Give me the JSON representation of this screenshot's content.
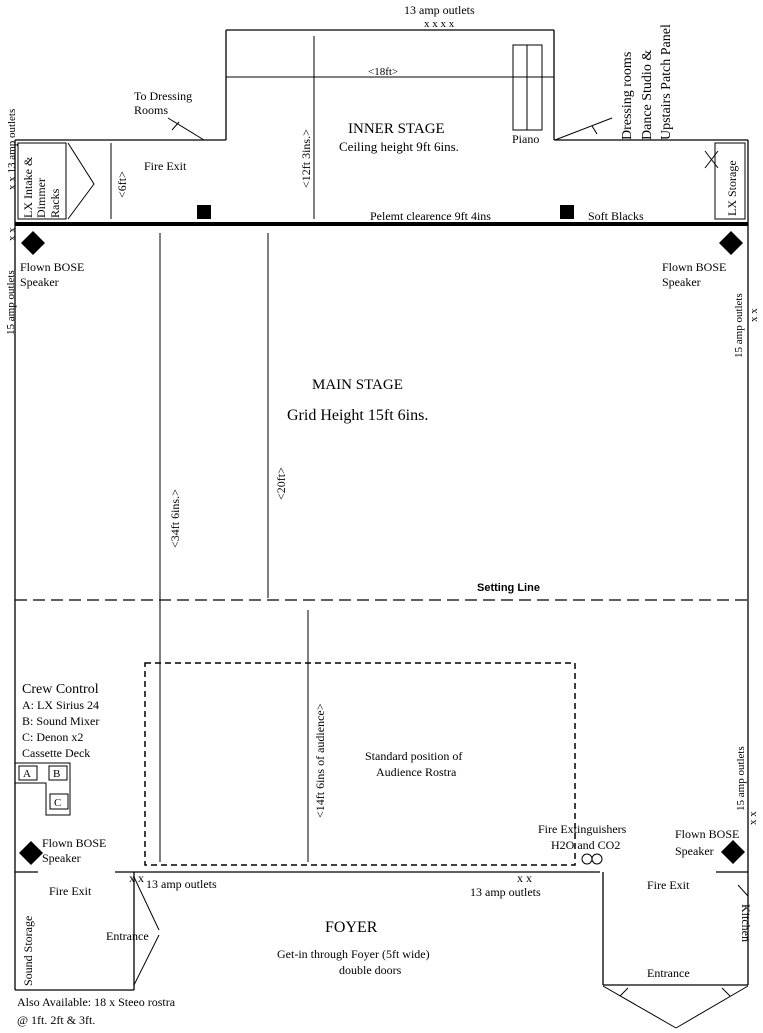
{
  "inner_stage": {
    "title": "INNER STAGE",
    "ceiling": "Ceiling height 9ft 6ins.",
    "width_dim": "<18ft>",
    "depth_dim": "<12ft 3ins.>",
    "pelmet": "Pelemt clearence 9ft 4ins",
    "soft_blacks": "Soft Blacks",
    "piano": "Piano",
    "top_outlets": "13 amp outlets",
    "top_outlet_marks": "x x x x",
    "to_dressing": [
      "To Dressing",
      "Rooms"
    ],
    "dressing_rooms": [
      "Dressing rooms",
      "Dance Studio &",
      "Upstairs Patch Panel"
    ],
    "fire_exit": "Fire Exit",
    "six_ft": "<6ft>"
  },
  "left_wing": {
    "lx_intake": [
      "LX Intake &",
      "Dimmer",
      "Racks"
    ],
    "outlets_13": "x x 13 amp outlets",
    "outlets_15": "15 amp outlets",
    "outlet_marks": "x x"
  },
  "right_wing": {
    "lx_storage": "LX Storage",
    "outlets_15_top": "15 amp outlets",
    "outlets_15_bottom": "15 amp outlets",
    "marks": "x x"
  },
  "main_stage": {
    "title": "MAIN STAGE",
    "grid": "Grid Height 15ft 6ins.",
    "depth_dim": "<34ft 6ins.>",
    "width_dim": "<20ft>",
    "setting_line": "Setting Line"
  },
  "speakers": {
    "label1": "Flown BOSE",
    "label2": "Speaker"
  },
  "crew_control": {
    "title": "Crew Control",
    "items": [
      "A: LX Sirius 24",
      "B: Sound Mixer",
      "C: Denon x2",
      "Cassette Deck"
    ],
    "box_a": "A",
    "box_b": "B",
    "box_c": "C"
  },
  "audience": {
    "label": [
      "Standard position of",
      "Audience Rostra"
    ],
    "dim": "<14ft 6ins of audience>"
  },
  "fire_ext": [
    "Fire Extinguishers",
    "H2O and CO2"
  ],
  "foyer": {
    "title": "FOYER",
    "getin": [
      "Get-in through Foyer (5ft wide)",
      "double doors"
    ],
    "outlets_left": "13 amp outlets",
    "outlets_right": "13 amp outlets",
    "marks": "x x",
    "fire_exit_left": "Fire Exit",
    "fire_exit_right": "Fire Exit",
    "entrance_left": "Entrance",
    "entrance_right": "Entrance",
    "sound_storage": "Sound Storage",
    "kitchen": "Kitchen"
  },
  "footer": [
    "Also Available: 18 x Steeo rostra",
    "@ 1ft. 2ft & 3ft."
  ]
}
